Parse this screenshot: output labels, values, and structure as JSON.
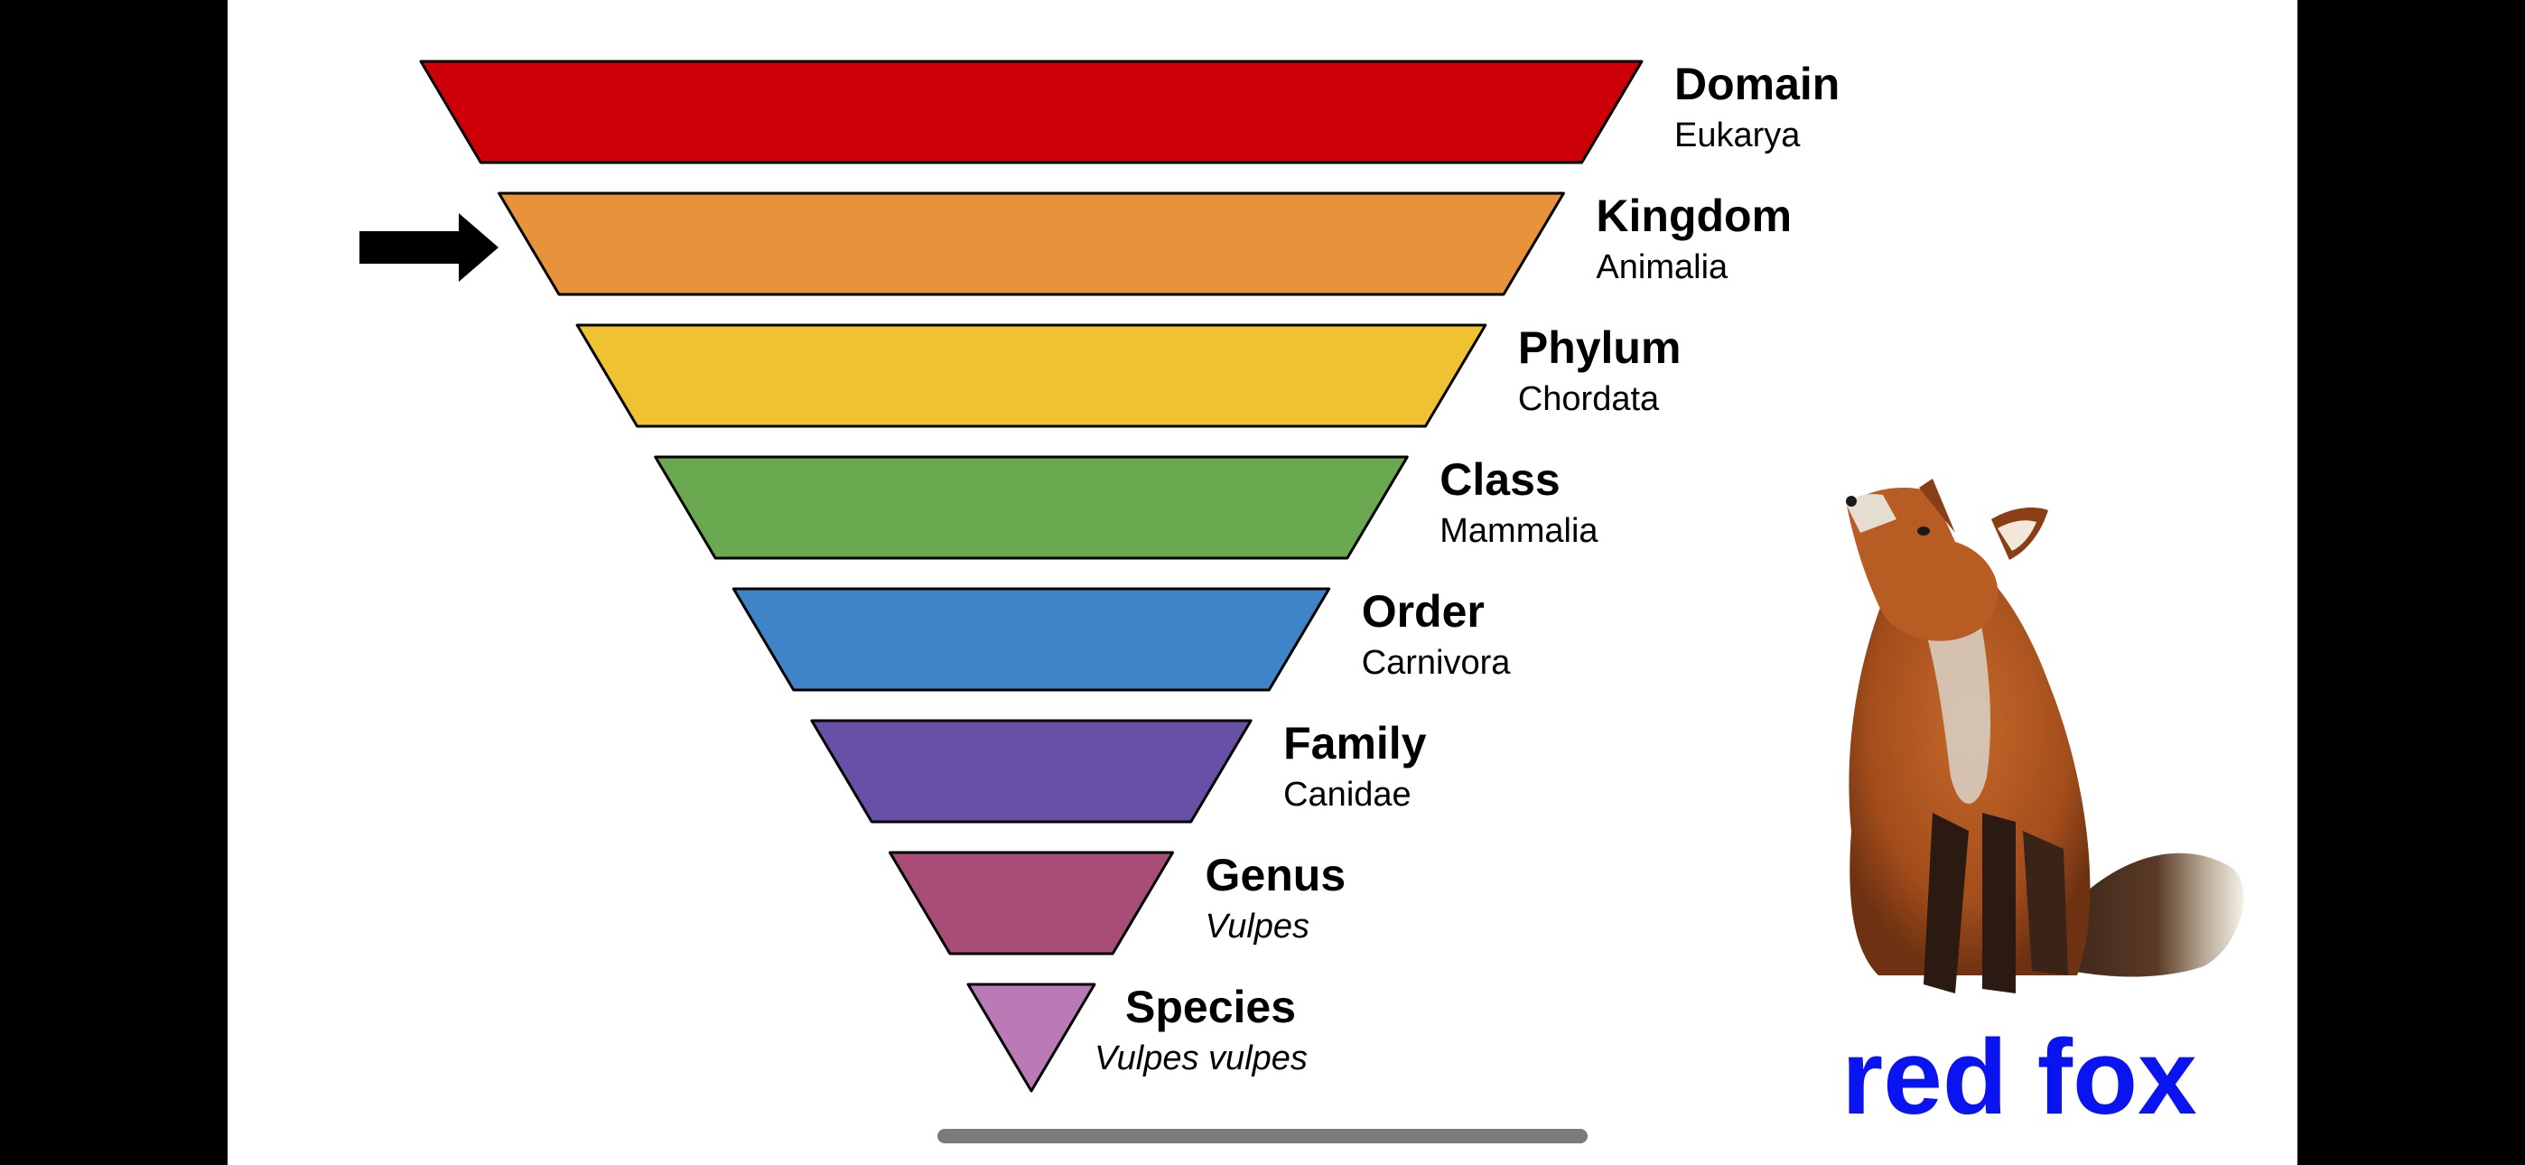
{
  "ranks": [
    {
      "rank": "Domain",
      "value": "Eukarya",
      "italic": false,
      "color": "#cc0006"
    },
    {
      "rank": "Kingdom",
      "value": "Animalia",
      "italic": false,
      "color": "#e8933c"
    },
    {
      "rank": "Phylum",
      "value": "Chordata",
      "italic": false,
      "color": "#efc232"
    },
    {
      "rank": "Class",
      "value": "Mammalia",
      "italic": false,
      "color": "#6aa94f"
    },
    {
      "rank": "Order",
      "value": "Carnivora",
      "italic": false,
      "color": "#3f84c7"
    },
    {
      "rank": "Family",
      "value": "Canidae",
      "italic": false,
      "color": "#6750a6"
    },
    {
      "rank": "Genus",
      "value": "Vulpes",
      "italic": true,
      "color": "#a84c78"
    },
    {
      "rank": "Species",
      "value": "Vulpes vulpes",
      "italic": true,
      "color": "#b97ab6"
    }
  ],
  "pointer": {
    "target_rank": "Kingdom",
    "icon": "arrow-right-icon"
  },
  "illustration": {
    "icon": "red-fox-illustration"
  },
  "caption": {
    "text": "red fox",
    "color": "#0a14f0"
  }
}
